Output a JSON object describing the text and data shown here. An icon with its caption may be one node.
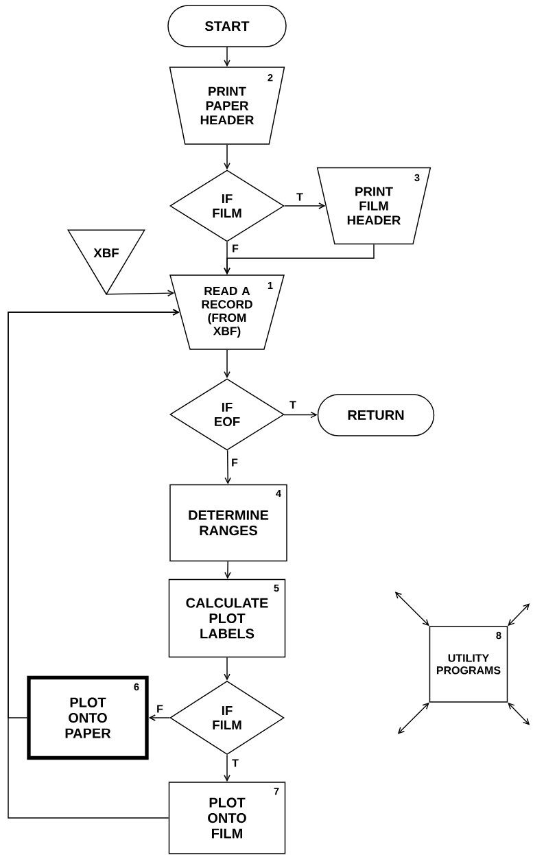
{
  "diagram": {
    "nodes": [
      {
        "text": [
          "START"
        ]
      },
      {
        "text": [
          "2",
          "PRINT PAPER HEADER"
        ]
      },
      {
        "text": [
          "IF FILM"
        ]
      },
      {
        "text": [
          "3",
          "PRINT FILM HEADER"
        ]
      },
      {
        "text": [
          "XBF"
        ]
      },
      {
        "text": [
          "1",
          "READ A RECORD (FROM XBF)"
        ]
      },
      {
        "text": [
          "IF EOF"
        ]
      },
      {
        "text": [
          "RETURN"
        ]
      },
      {
        "text": [
          "4",
          "DETERMINE RANGES"
        ]
      },
      {
        "text": [
          "5",
          "CALCULATE PLOT LABELS"
        ]
      },
      {
        "text": [
          "IF FILM"
        ]
      },
      {
        "text": [
          "6",
          "PLOT ONTO PAPER"
        ]
      },
      {
        "text": [
          "7",
          "PLOT ONTO FILM"
        ]
      },
      {
        "text": [
          "8",
          "UTILITY PROGRAMS"
        ]
      }
    ],
    "edges": [
      {
        "from": 0,
        "to": 1,
        "arrow": "to"
      },
      {
        "from": 1,
        "to": 2,
        "arrow": "to"
      },
      {
        "from": 2,
        "to": 3,
        "arrow": "to",
        "label": "T"
      },
      {
        "from": 2,
        "to": 5,
        "arrow": "to",
        "label": "F"
      },
      {
        "from": 3,
        "to": 5,
        "arrow": "to"
      },
      {
        "from": 4,
        "to": 5,
        "arrow": "to"
      },
      {
        "from": 5,
        "to": 6,
        "arrow": "to"
      },
      {
        "from": 6,
        "to": 7,
        "arrow": "to",
        "label": "T"
      },
      {
        "from": 6,
        "to": 8,
        "arrow": "to",
        "label": "F"
      },
      {
        "from": 8,
        "to": 9,
        "arrow": "to"
      },
      {
        "from": 9,
        "to": 10,
        "arrow": "to"
      },
      {
        "from": 10,
        "to": 11,
        "arrow": "to",
        "label": "F"
      },
      {
        "from": 10,
        "to": 12,
        "arrow": "to",
        "label": "T"
      },
      {
        "from": 11,
        "to": 5,
        "arrow": "to"
      },
      {
        "from": 12,
        "to": 5,
        "arrow": "to"
      },
      {
        "from": 13,
        "to": null,
        "arrow": "both"
      },
      {
        "from": 13,
        "to": null,
        "arrow": "both"
      },
      {
        "from": 13,
        "to": null,
        "arrow": "both"
      },
      {
        "from": 13,
        "to": null,
        "arrow": "both"
      }
    ]
  }
}
